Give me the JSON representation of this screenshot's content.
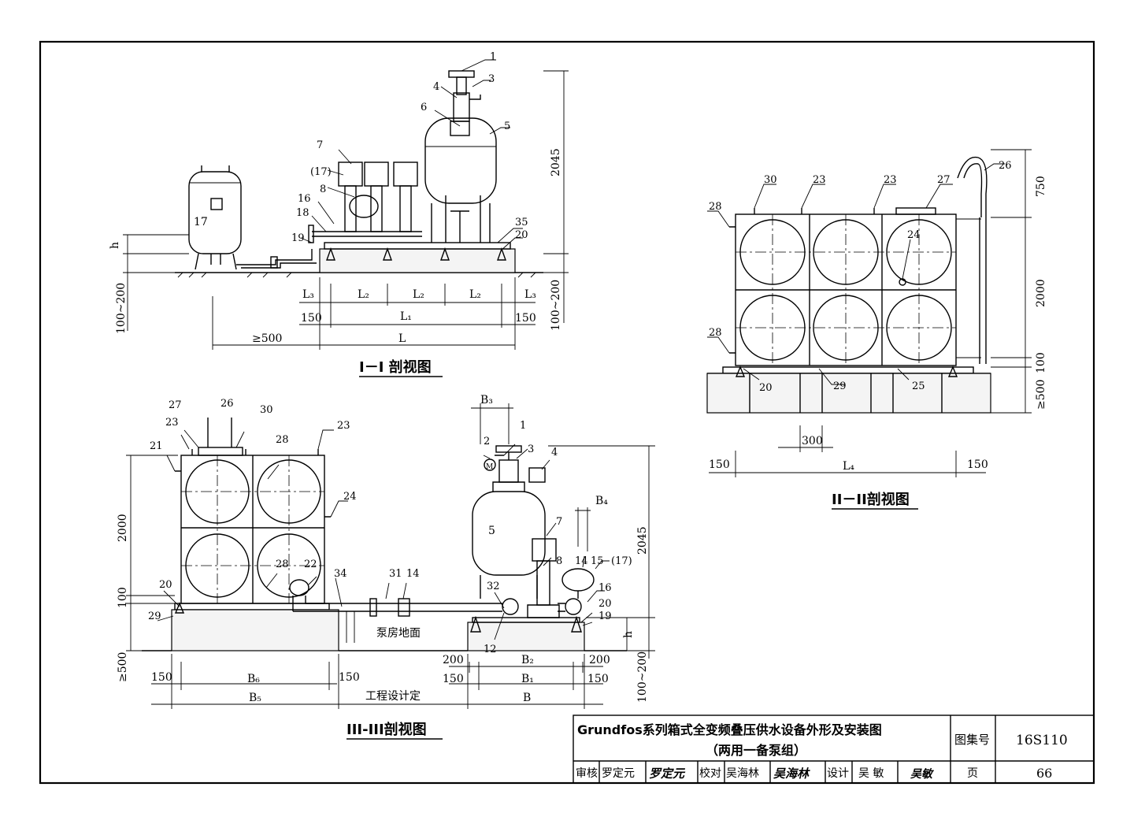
{
  "views": {
    "v1": {
      "caption": "I－I 剖视图",
      "callouts": [
        "1",
        "3",
        "4",
        "6",
        "5",
        "7",
        "(17)",
        "8",
        "16",
        "18",
        "19",
        "17",
        "35",
        "20"
      ],
      "dims": {
        "h": "h",
        "base": "100~200",
        "base_r": "100~200",
        "height": "2045",
        "L3a": "L₃",
        "L2a": "L₂",
        "L2b": "L₂",
        "L2c": "L₂",
        "L3b": "L₃",
        "d150a": "150",
        "L1": "L₁",
        "d150b": "150",
        "min500": "≥500",
        "L": "L"
      }
    },
    "v2": {
      "caption": "II－II剖视图",
      "callouts": [
        "30",
        "23",
        "23b",
        "27",
        "26",
        "28",
        "24",
        "28b",
        "20",
        "29",
        "25"
      ],
      "callout_text": {
        "30": "30",
        "23": "23",
        "23b": "23",
        "27": "27",
        "26": "26",
        "28": "28",
        "24": "24",
        "28b": "28",
        "20": "20",
        "29": "29",
        "25": "25"
      },
      "dims": {
        "h750": "750",
        "h2000": "2000",
        "h100": "100",
        "h500": "≥500",
        "d300": "300",
        "d150a": "150",
        "L4": "L₄",
        "d150b": "150"
      }
    },
    "v3": {
      "caption": "III-III剖视图",
      "callout_text": {
        "27": "27",
        "26": "26",
        "30": "30",
        "23a": "23",
        "23b": "23",
        "21": "21",
        "28a": "28",
        "24": "24",
        "28b": "28",
        "22": "22",
        "34": "34",
        "20": "20",
        "29": "29",
        "31": "31",
        "14a": "14",
        "B3": "B₃",
        "1": "1",
        "2": "2",
        "3": "3",
        "4": "4",
        "B4": "B₄",
        "5": "5",
        "7": "7",
        "8": "8",
        "14b": "14",
        "15": "15",
        "17": "(17)",
        "16": "16",
        "32": "32",
        "12": "12",
        "20b": "20",
        "19": "19",
        "M": "M"
      },
      "floor_label": "泵房地面",
      "note": "工程设计定",
      "dims": {
        "h2000": "2000",
        "h100": "100",
        "h500": "≥500",
        "h2045": "2045",
        "h": "h",
        "base": "100~200",
        "d150a": "150",
        "B6": "B₆",
        "d150b": "150",
        "B5": "B₅",
        "d200a": "200",
        "B2": "B₂",
        "d200b": "200",
        "d150c": "150",
        "B1": "B₁",
        "d150d": "150",
        "B": "B"
      }
    }
  },
  "title_block": {
    "title_line1": "Grundfos系列箱式全变频叠压供水设备外形及安装图",
    "title_line2": "（两用一备泵组）",
    "atlas_label": "图集号",
    "atlas_no": "16S110",
    "review_label": "审核",
    "reviewer": "罗定元",
    "reviewer_sig": "罗定元",
    "check_label": "校对",
    "checker": "吴海林",
    "checker_sig": "吴海林",
    "design_label": "设计",
    "designer": "吴 敏",
    "designer_sig": "吴敏",
    "page_label": "页",
    "page_no": "66"
  }
}
